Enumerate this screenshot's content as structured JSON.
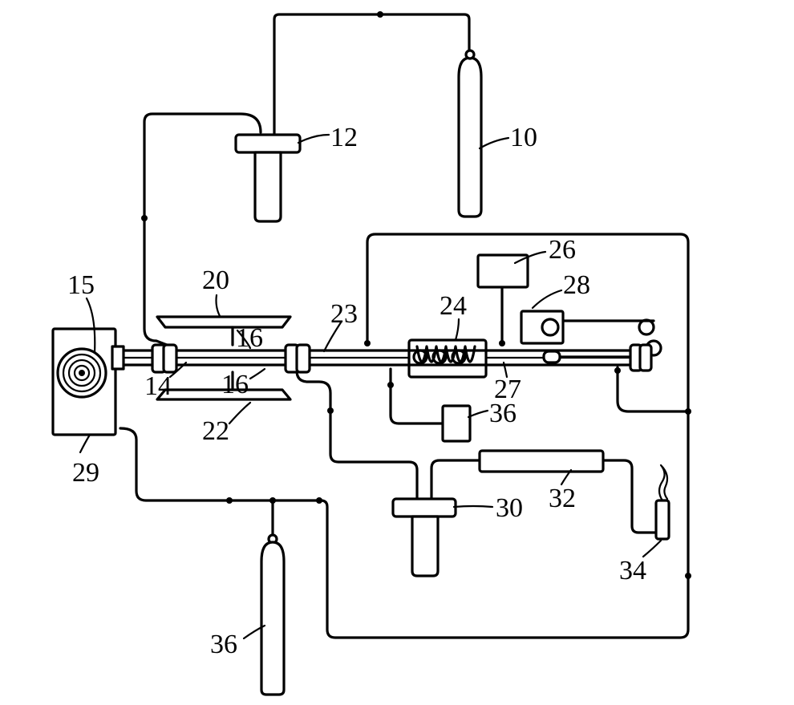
{
  "labels": {
    "l10": "10",
    "l12": "12",
    "l14": "14",
    "l15": "15",
    "l16a": "16",
    "l16b": "16",
    "l20": "20",
    "l22": "22",
    "l23": "23",
    "l24": "24",
    "l26": "26",
    "l27": "27",
    "l28": "28",
    "l29": "29",
    "l30": "30",
    "l32": "32",
    "l34": "34",
    "l36a": "36",
    "l36b": "36"
  },
  "colors": {
    "ink": "#000000",
    "paper": "#ffffff"
  }
}
